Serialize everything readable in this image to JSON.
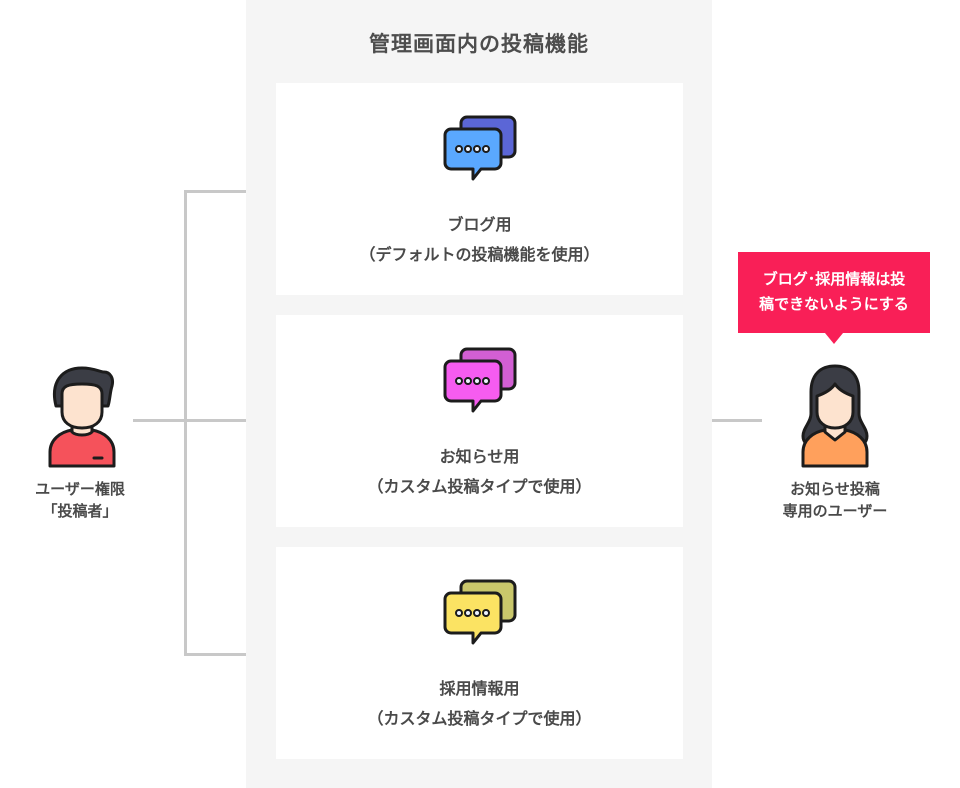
{
  "panel": {
    "title": "管理画面内の投稿機能"
  },
  "cards": [
    {
      "title": "ブログ用",
      "subtitle": "（デフォルトの投稿機能を使用）",
      "icon": "chat-bubbles-icon",
      "front_color": "#5aa8ff",
      "back_color": "#5b66d6"
    },
    {
      "title": "お知らせ用",
      "subtitle": "（カスタム投稿タイプで使用）",
      "icon": "chat-bubbles-icon",
      "front_color": "#f65cf0",
      "back_color": "#d25fd3"
    },
    {
      "title": "採用情報用",
      "subtitle": "（カスタム投稿タイプで使用）",
      "icon": "chat-bubbles-icon",
      "front_color": "#fbe363",
      "back_color": "#c9c76b"
    }
  ],
  "left_user": {
    "label_line1": "ユーザー権限",
    "label_line2": "「投稿者」",
    "icon": "male-user-avatar-icon",
    "shirt_color": "#f5525b"
  },
  "right_user": {
    "label_line1": "お知らせ投稿",
    "label_line2": "専用のユーザー",
    "icon": "female-user-avatar-icon",
    "shirt_color": "#ffa05c"
  },
  "callout": {
    "line1": "ブログ･採用情報は投",
    "line2": "稿できないようにする",
    "color": "#f91f57"
  },
  "colors": {
    "panel_bg": "#f5f5f5",
    "connector": "#c8c8c8",
    "text": "#4a4a4a"
  }
}
